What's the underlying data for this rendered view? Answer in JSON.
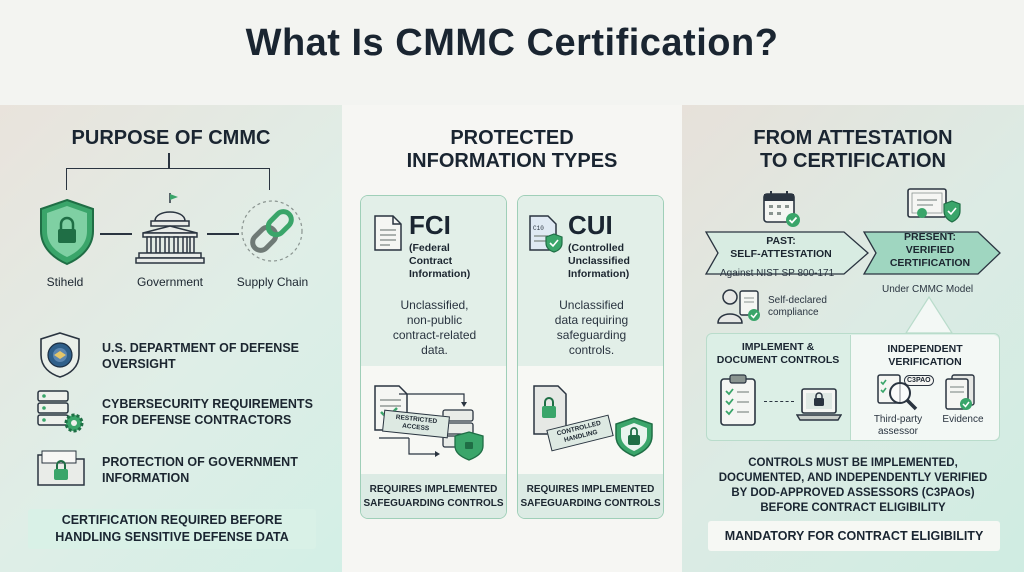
{
  "title": "What Is CMMC Certification?",
  "purpose": {
    "heading": "PURPOSE OF CMMC",
    "icons": [
      {
        "label": "Stiheld",
        "icon": "shield-lock-icon"
      },
      {
        "label": "Government",
        "icon": "capitol-building-icon"
      },
      {
        "label": "Supply Chain",
        "icon": "chain-link-icon"
      }
    ],
    "rows": [
      {
        "text": "U.S. DEPARTMENT OF DEFENSE OVERSIGHT",
        "icon": "dod-seal-icon"
      },
      {
        "text": "CYBERSECURITY REQUIREMENTS FOR DEFENSE CONTRACTORS",
        "icon": "server-gear-icon"
      },
      {
        "text": "PROTECTION OF GOVERNMENT INFORMATION",
        "icon": "folder-lock-icon"
      }
    ],
    "note": "CERTIFICATION REQUIRED BEFORE HANDLING SENSITIVE DEFENSE DATA"
  },
  "info_types": {
    "heading_line1": "PROTECTED",
    "heading_line2": "INFORMATION TYPES",
    "cards": [
      {
        "abbr": "FCI",
        "full_line1": "(Federal",
        "full_line2": "Contract",
        "full_line3": "Information)",
        "desc_line1": "Unclassified,",
        "desc_line2": "non-public",
        "desc_line3": "contract-related",
        "desc_line4": "data.",
        "tag": "RESTRICTED ACCESS",
        "footer_line1": "REQUIRES IMPLEMENTED",
        "footer_line2": "SAFEGUARDING CONTROLS"
      },
      {
        "abbr": "CUI",
        "full_line1": "(Controlled",
        "full_line2": "Unclassified",
        "full_line3": "Information)",
        "desc_line1": "Unclassified",
        "desc_line2": "data requiring",
        "desc_line3": "safeguarding",
        "desc_line4": "controls.",
        "tag": "CONTROLLED HANDLING",
        "footer_line1": "REQUIRES IMPLEMENTED",
        "footer_line2": "SAFEGUARDING CONTROLS"
      }
    ]
  },
  "attestation": {
    "heading_line1": "FROM ATTESTATION",
    "heading_line2": "TO CERTIFICATION",
    "past_line1": "PAST:",
    "past_line2": "SELF-ATTESTATION",
    "past_sub": "Against NIST SP 800-171",
    "present_line1": "PRESENT:",
    "present_line2": "VERIFIED",
    "present_line3": "CERTIFICATION",
    "present_sub": "Under CMMC Model",
    "self_declared_line1": "Self-declared",
    "self_declared_line2": "compliance",
    "implement_line1": "IMPLEMENT &",
    "implement_line2": "DOCUMENT CONTROLS",
    "verify_line1": "INDEPENDENT",
    "verify_line2": "VERIFICATION",
    "c3pao_tag": "C3PAO",
    "assessor_line1": "Third-party",
    "assessor_line2": "assessor",
    "evidence": "Evidence",
    "summary_line1": "CONTROLS MUST BE IMPLEMENTED,",
    "summary_line2": "DOCUMENTED, AND INDEPENDENTLY VERIFIED",
    "summary_line3": "BY DOD-APPROVED ASSESSORS (C3PAOs)",
    "summary_line4": "BEFORE CONTRACT ELIGIBILITY",
    "mandatory": "MANDATORY FOR CONTRACT ELIGIBILITY"
  },
  "colors": {
    "accent_green": "#2e9a5c",
    "dark_navy": "#1a2531",
    "mint": "#d9f1e7"
  }
}
